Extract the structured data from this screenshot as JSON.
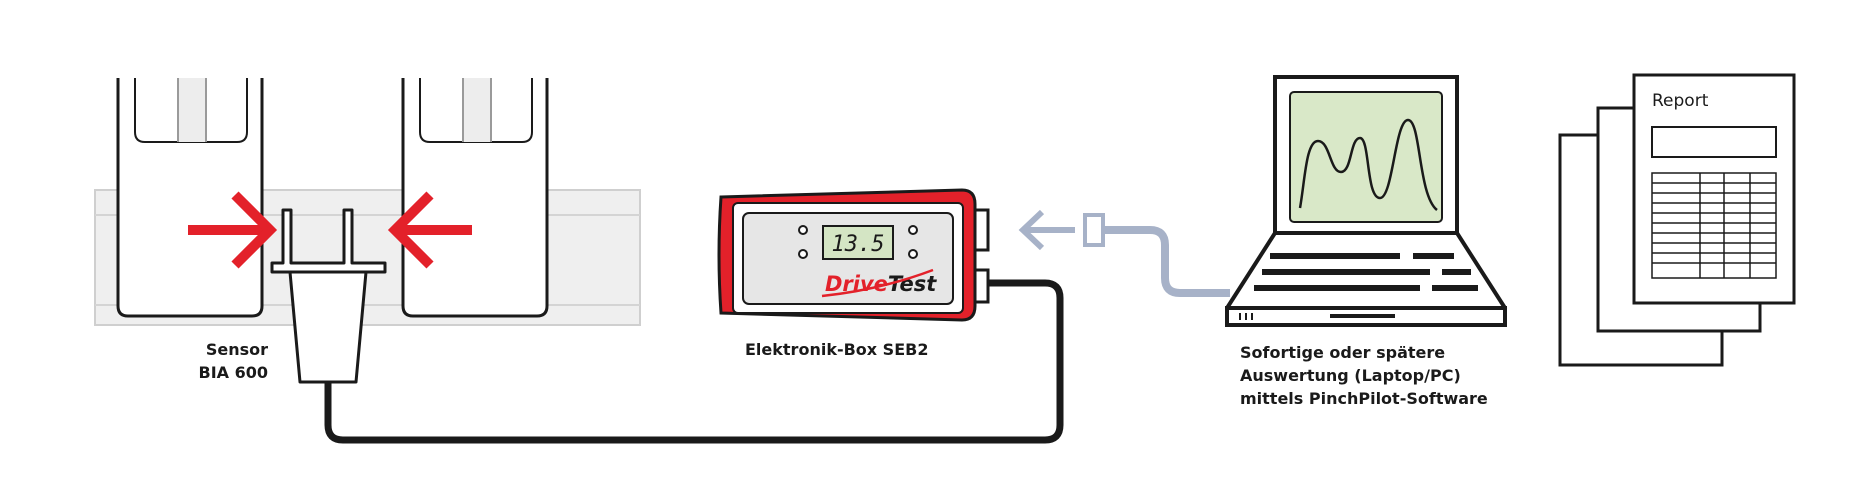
{
  "labels": {
    "sensor": [
      "Sensor",
      "BIA 600"
    ],
    "box": "Elektronik-Box SEB2",
    "evaluation": [
      "Sofortige oder spätere",
      "Auswertung (Laptop/PC)",
      "mittels PinchPilot-Software"
    ]
  },
  "device": {
    "display_value": "13.5",
    "brand_part1": "Drive",
    "brand_part2": "Test"
  },
  "report": {
    "title": "Report"
  },
  "colors": {
    "outline": "#1a1a1a",
    "arrow_red": "#e3212a",
    "device_red": "#e3212a",
    "device_panel": "#e6e6e6",
    "lcd": "#d4e5c4",
    "screen": "#d9e8c8",
    "cable_light": "#a7b2c8",
    "door_grey": "#ededed"
  }
}
